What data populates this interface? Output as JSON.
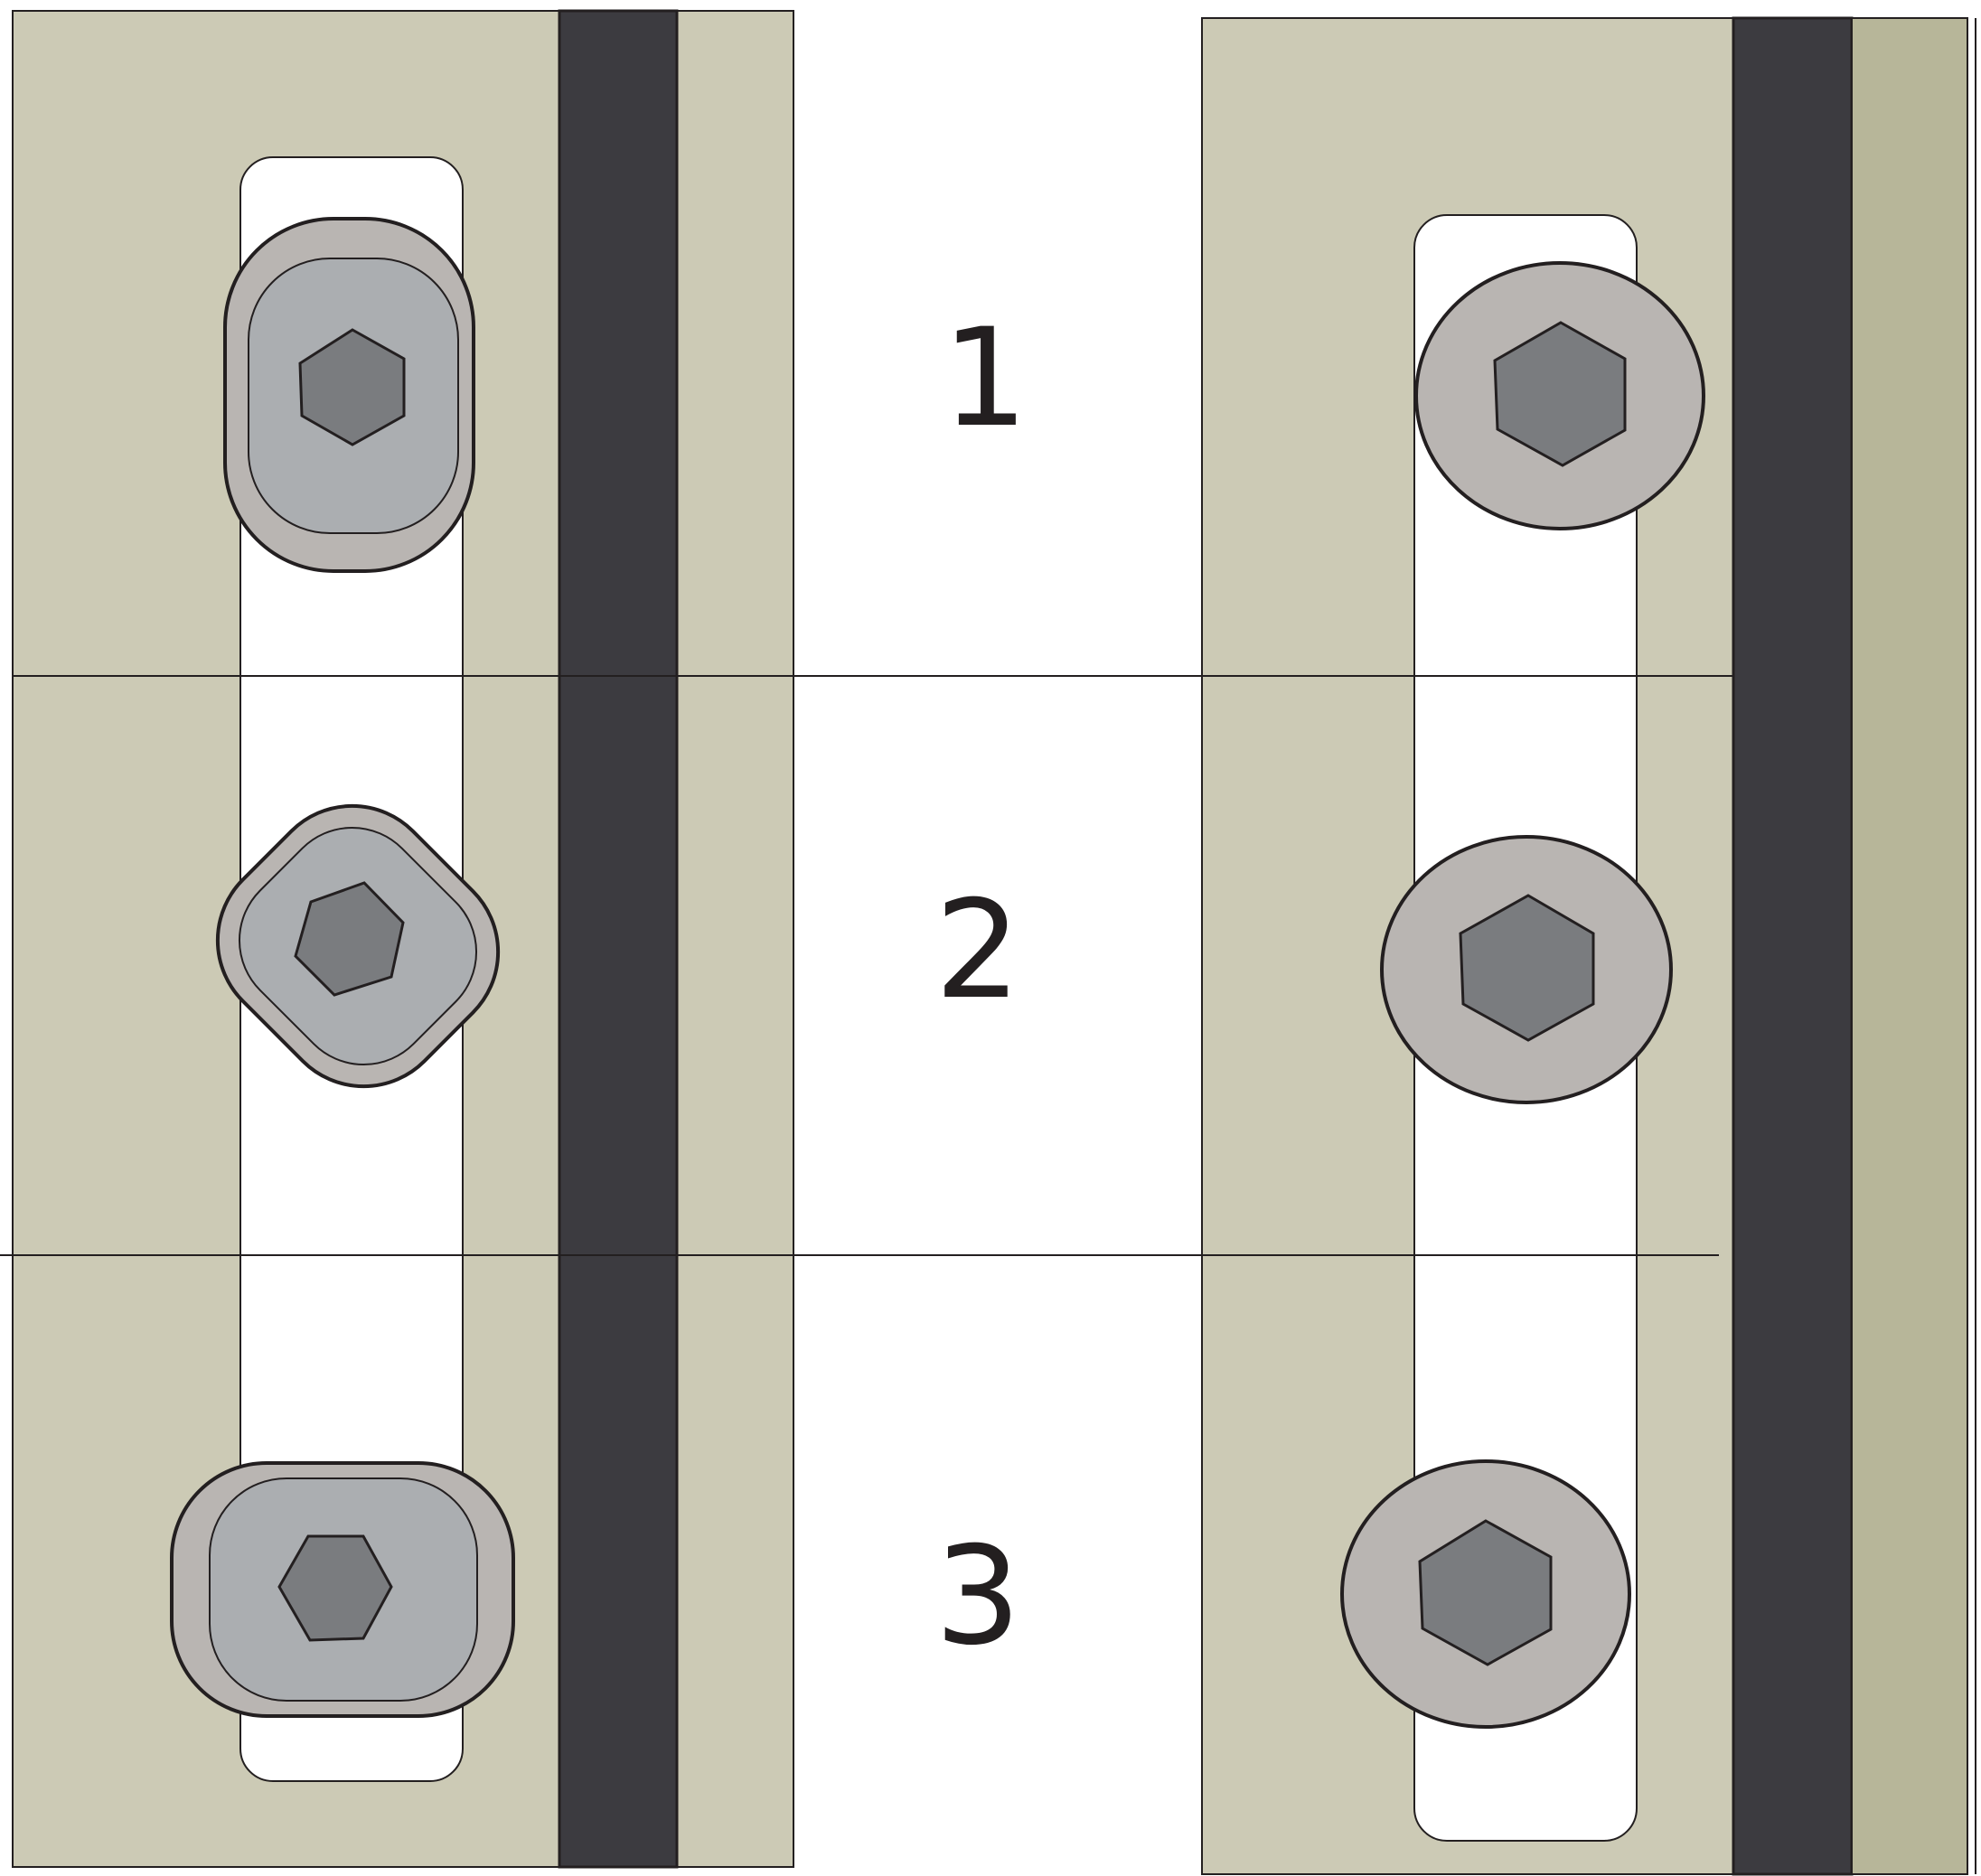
{
  "diagram": {
    "step_labels": [
      "1",
      "2",
      "3"
    ]
  },
  "colors": {
    "plate": "#cccab5",
    "plate_edge": "#b7b699",
    "strip": "#3c3b40",
    "washer": "#b9b5b2",
    "washer_face": "#abaeb1",
    "hex_socket": "#7a7c7f",
    "slot": "#ffffff",
    "outline": "#231f20"
  }
}
